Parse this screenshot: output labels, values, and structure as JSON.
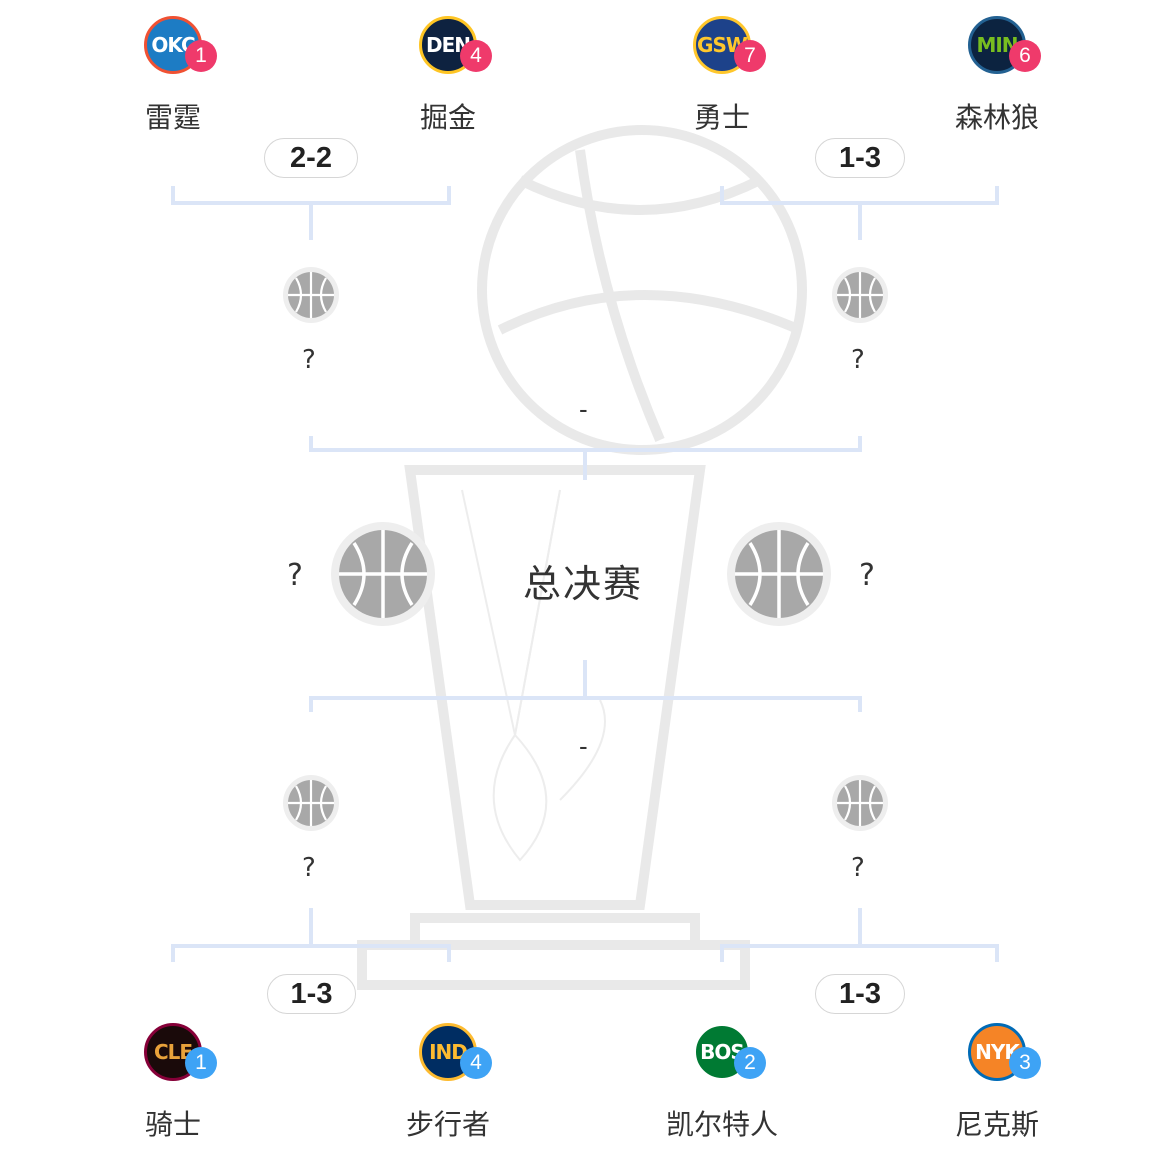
{
  "west": {
    "teams": [
      {
        "abbr": "OKC",
        "name": "雷霆",
        "seed": "1",
        "color": "#1d7cc4",
        "accent": "#f05133"
      },
      {
        "abbr": "DEN",
        "name": "掘金",
        "seed": "4",
        "color": "#0e2240",
        "accent": "#fec524"
      },
      {
        "abbr": "GSW",
        "name": "勇士",
        "seed": "7",
        "color": "#1d428a",
        "accent": "#ffc72c"
      },
      {
        "abbr": "MIN",
        "name": "森林狼",
        "seed": "6",
        "color": "#0c2340",
        "accent": "#78be20"
      }
    ],
    "series": [
      "2-2",
      "1-3"
    ],
    "semis": [
      "?",
      "?"
    ],
    "conf_score": "-"
  },
  "finals": {
    "label": "总决赛",
    "left": "?",
    "right": "?"
  },
  "east": {
    "teams": [
      {
        "abbr": "CLE",
        "name": "骑士",
        "seed": "1",
        "color": "#1a0a0a",
        "accent": "#e8a13a"
      },
      {
        "abbr": "IND",
        "name": "步行者",
        "seed": "4",
        "color": "#002d62",
        "accent": "#fdbb30"
      },
      {
        "abbr": "BOS",
        "name": "凯尔特人",
        "seed": "2",
        "color": "#007a33",
        "accent": "#ffffff"
      },
      {
        "abbr": "NYK",
        "name": "尼克斯",
        "seed": "3",
        "color": "#f58426",
        "accent": "#006bb6"
      }
    ],
    "series": [
      "1-3",
      "1-3"
    ],
    "semis": [
      "?",
      "?"
    ],
    "conf_score": "-"
  },
  "colors": {
    "bracket": "#dbe5f7",
    "west_seed": "#ef3a6b",
    "east_seed": "#3ea3f5",
    "ball": "#a8a8a8"
  }
}
